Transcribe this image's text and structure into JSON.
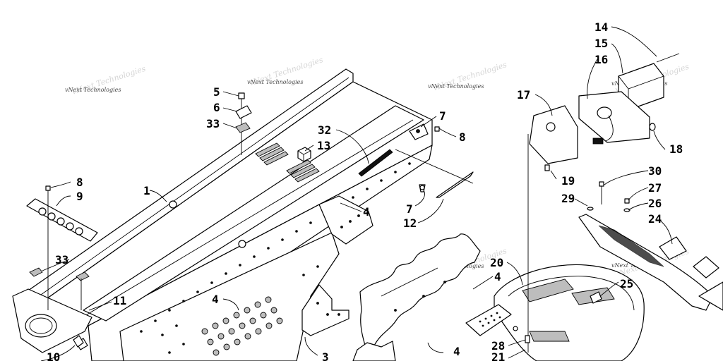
{
  "watermark": "vNext Technologies",
  "callouts": [
    "1",
    "3",
    "4",
    "5",
    "6",
    "7",
    "8",
    "9",
    "10",
    "11",
    "12",
    "13",
    "14",
    "15",
    "16",
    "17",
    "18",
    "19",
    "20",
    "21",
    "24",
    "25",
    "26",
    "27",
    "28",
    "29",
    "30",
    "32",
    "33"
  ]
}
